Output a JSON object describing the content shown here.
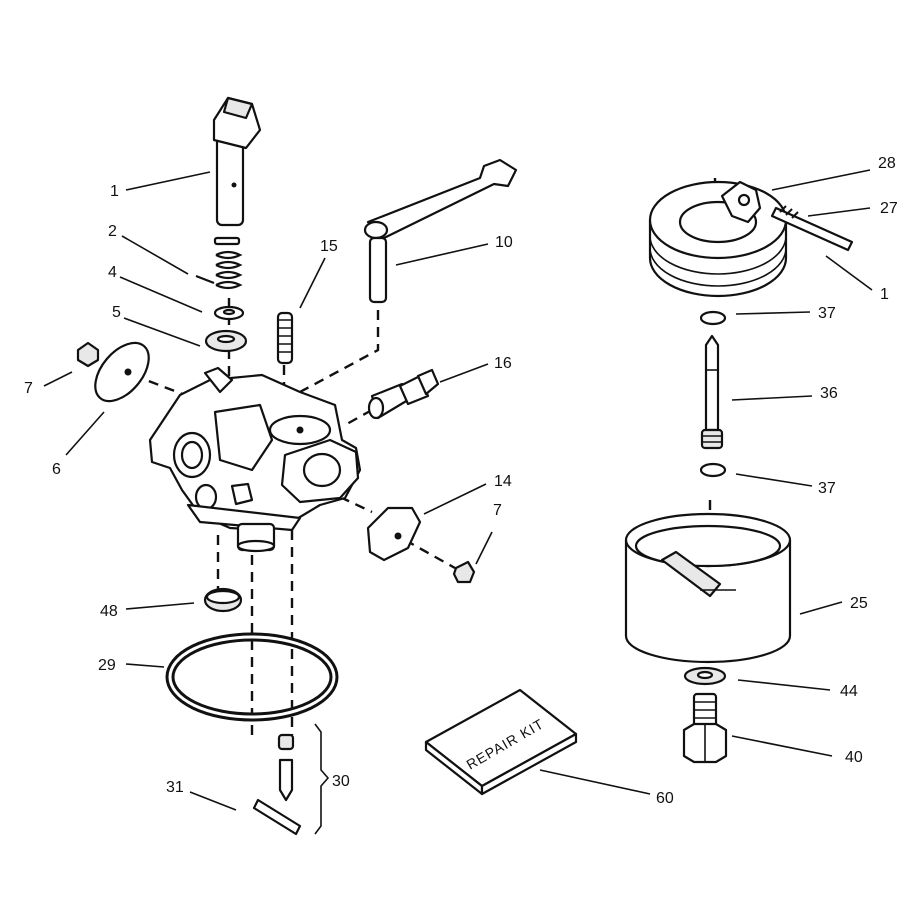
{
  "callouts": {
    "c1_top": "1",
    "c2": "2",
    "c4": "4",
    "c5": "5",
    "c7_left": "7",
    "c6": "6",
    "c15": "15",
    "c10": "10",
    "c16": "16",
    "c14": "14",
    "c7_right": "7",
    "c48": "48",
    "c29": "29",
    "c30": "30",
    "c31": "31",
    "c60": "60",
    "c28": "28",
    "c27": "27",
    "c1_right": "1",
    "c37_top": "37",
    "c36": "36",
    "c37_bottom": "37",
    "c25": "25",
    "c44": "44",
    "c40": "40"
  },
  "repair_kit_label": "REPAIR KIT"
}
